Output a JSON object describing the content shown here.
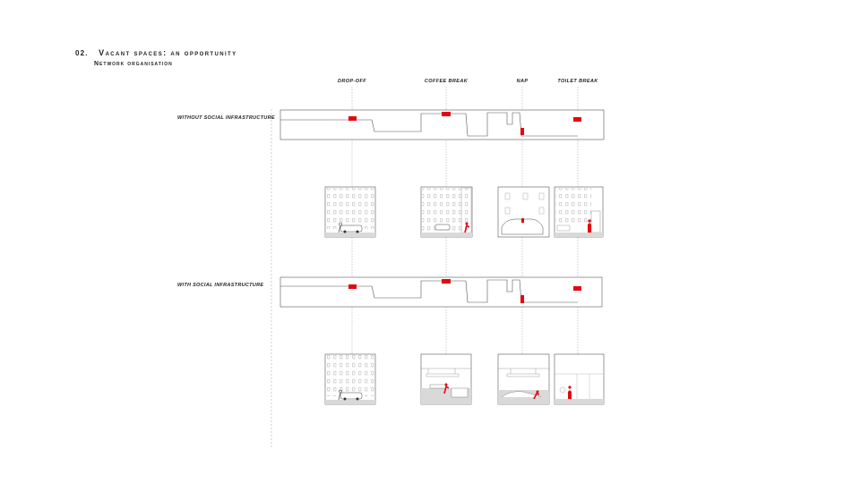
{
  "heading": {
    "number": "02.",
    "title": "Vacant spaces: an opportunity"
  },
  "subheading": "Network organisation",
  "columns": [
    {
      "label": "DROP-OFF"
    },
    {
      "label": "COFFEE BREAK"
    },
    {
      "label": "NAP"
    },
    {
      "label": "TOILET BREAK"
    }
  ],
  "rows": [
    {
      "label": "WITHOUT SOCIAL INFRASTRUCTURE"
    },
    {
      "label": "WITH SOCIAL INFRASTRUCTURE"
    }
  ],
  "colors": {
    "accent": "#e30613",
    "line": "#555555",
    "ground": "#d9d9d9"
  },
  "icons": [
    "building-facade-icon",
    "car-icon",
    "person-icon",
    "table-icon",
    "bench-icon",
    "lamp-icon"
  ]
}
